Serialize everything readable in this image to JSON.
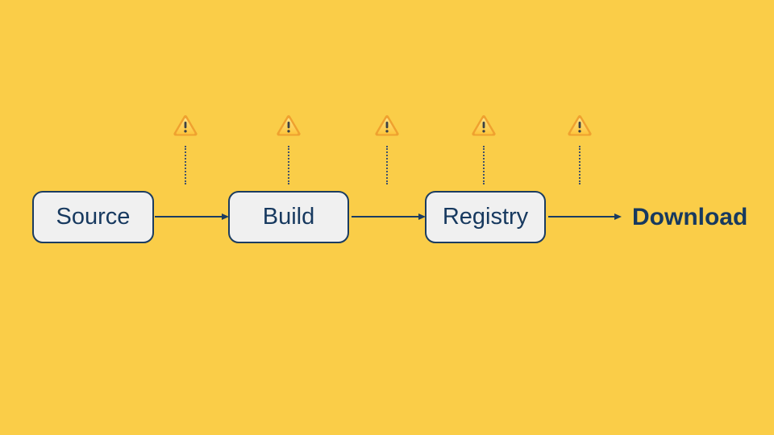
{
  "slide": {
    "type": "flow-diagram",
    "background_color": "#FACD48"
  },
  "pipeline": {
    "nodes": [
      {
        "id": "source",
        "label": "Source"
      },
      {
        "id": "build",
        "label": "Build"
      },
      {
        "id": "registry",
        "label": "Registry"
      }
    ],
    "end_label": "Download",
    "arrows": [
      {
        "from": "Source",
        "to": "Build"
      },
      {
        "from": "Build",
        "to": "Registry"
      },
      {
        "from": "Registry",
        "to": "Download"
      }
    ],
    "threat_markers": {
      "icon": "warning-triangle-icon",
      "count": 5,
      "points_at": [
        "arrow-source-build",
        "node-build",
        "arrow-build-registry",
        "node-registry",
        "arrow-registry-download"
      ]
    }
  },
  "colors": {
    "background": "#FACD48",
    "node_fill": "#F0F0F0",
    "node_border": "#1B3C61",
    "node_text": "#17395F",
    "arrow": "#1B3C61",
    "end_text": "#17395F",
    "warning_outline": "#EFA12F",
    "warning_fill_top": "#FFDF7E",
    "warning_fill_bottom": "#FDC63F",
    "warning_glyph": "#3B4045",
    "dotted_line": "#42526B"
  }
}
